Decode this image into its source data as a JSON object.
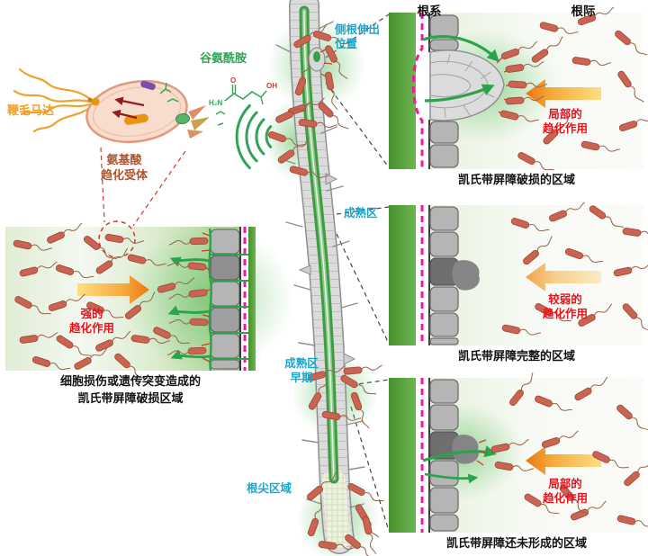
{
  "bacterium_diagram": {
    "flagellar_motor_label": "鞭毛马达",
    "receptor_label_line1": "氨基酸",
    "receptor_label_line2": "趋化受体",
    "glutamine_label": "谷氨酰胺",
    "molecule": {
      "amine": "H₂N",
      "oxygen": "O",
      "hydroxyl": "OH"
    }
  },
  "root_diagram": {
    "lateral_root_site_line1": "侧根伸出",
    "lateral_root_site_line2": "位置",
    "mature_zone": "成熟区",
    "early_mature_line1": "成熟区",
    "early_mature_line2": "早期",
    "root_tip": "根尖区域"
  },
  "column_headers": {
    "root_system": "根系",
    "rhizosphere": "根际"
  },
  "panels": {
    "top_right": {
      "chemo_line1": "局部的",
      "chemo_line2": "趋化作用",
      "caption": "凯氏带屏障破损的区域"
    },
    "middle_right": {
      "chemo_line1": "较弱的",
      "chemo_line2": "趋化作用",
      "caption": "凯氏带屏障完整的区域"
    },
    "bottom_right": {
      "chemo_line1": "局部的",
      "chemo_line2": "趋化作用",
      "caption": "凯氏带屏障还未形成的区域"
    },
    "left": {
      "chemo_line1": "强的",
      "chemo_line2": "趋化作用",
      "caption_line1": "细胞损伤或遗传突变造成的",
      "caption_line2": "凯氏带屏障破损区域"
    }
  },
  "colors": {
    "glutamine_green": "#2aa34c",
    "chemotaxis_red": "#e8101c",
    "label_cyan": "#18a6cc",
    "casparian_magenta": "#ef18a0",
    "bacteria_salmon": "#c96452",
    "arrow_orange": "#ed7612"
  }
}
